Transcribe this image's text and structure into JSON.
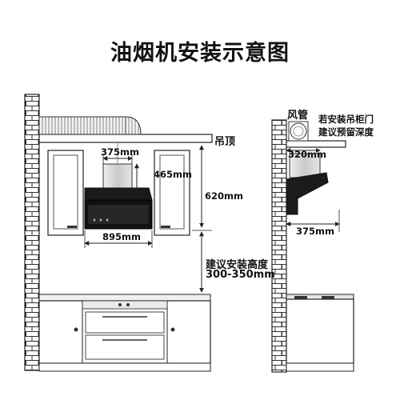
{
  "title": "油烟机安装示意图",
  "labels": {
    "ceiling": "吊顶",
    "duct": "风管",
    "cabinet_note_line1": "若安装吊柜门",
    "cabinet_note_line2": "建议预留深度",
    "install_height_label": "建议安装高度",
    "install_height_value": "300-350mm"
  },
  "dimensions": {
    "hood_top_width": "375mm",
    "hood_top_height": "465mm",
    "hood_total_height": "620mm",
    "hood_width": "895mm",
    "side_depth": "320mm",
    "side_bottom_depth": "375mm"
  },
  "colors": {
    "line": "#222222",
    "brick_fill": "#ffffff",
    "hood_panel": "#111111",
    "steel": "#d9d9d9"
  }
}
